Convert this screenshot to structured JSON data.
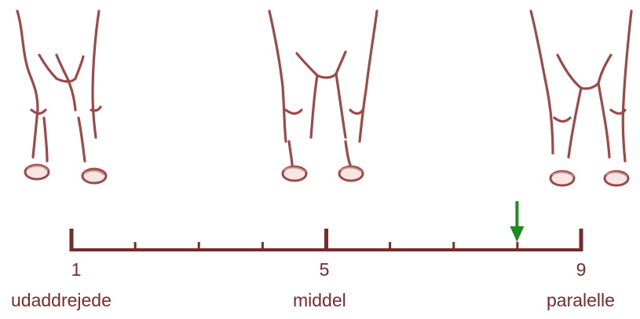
{
  "scale": {
    "min": 1,
    "max": 9,
    "tick_values": [
      1,
      2,
      3,
      4,
      5,
      6,
      7,
      8,
      9
    ],
    "major_ticks": [
      1,
      5,
      9
    ],
    "marker_value": 8,
    "marker_color": "#1f8a1f",
    "line_color": "#7a2a2a"
  },
  "labels": {
    "num_1": "1",
    "num_5": "5",
    "num_9": "9",
    "word_left": "udaddrejede",
    "word_middle": "middel",
    "word_right": "paralelle"
  },
  "illustrations": [
    {
      "name": "legs-turned-out",
      "score": 1
    },
    {
      "name": "legs-middle",
      "score": 5
    },
    {
      "name": "legs-parallel",
      "score": 9
    }
  ],
  "colors": {
    "leg_outline": "#9b4a47",
    "hoof_fill": "#f6e6e3"
  }
}
